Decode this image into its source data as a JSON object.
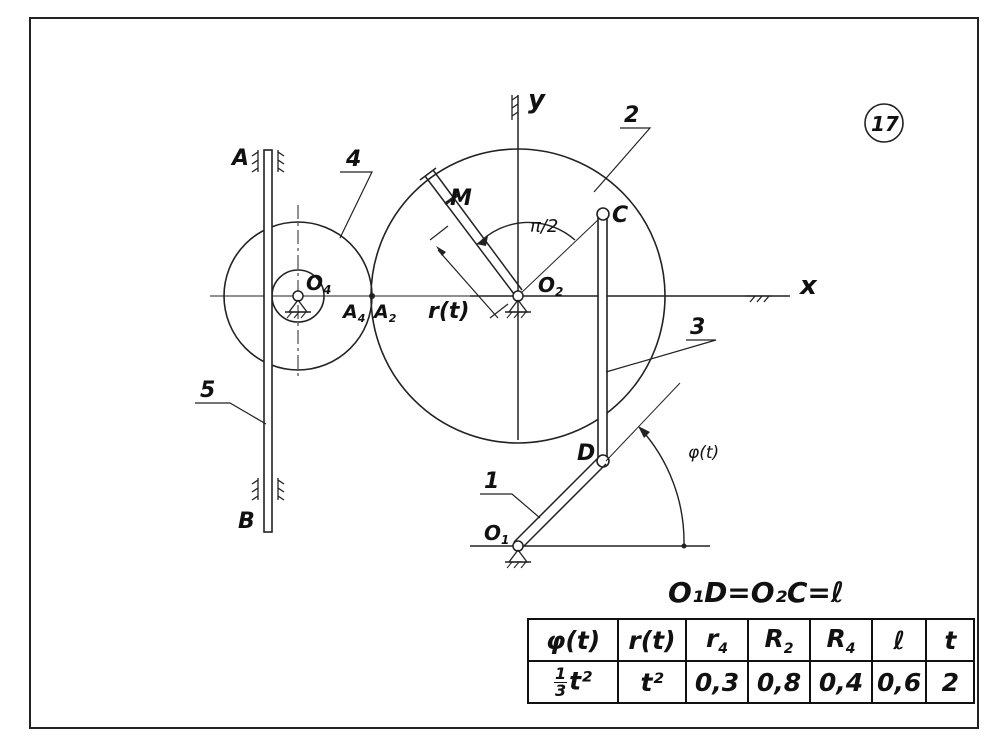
{
  "variant_number": "17",
  "labels": {
    "axis_x": "x",
    "axis_y": "y",
    "link_1": "1",
    "link_2": "2",
    "link_3": "3",
    "link_4": "4",
    "link_5": "5",
    "point_A": "A",
    "point_B": "B",
    "point_C": "C",
    "point_D": "D",
    "point_M": "M",
    "point_O1": "O",
    "point_O1_sub": "1",
    "point_O2": "O",
    "point_O2_sub": "2",
    "point_O4": "O",
    "point_O4_sub": "4",
    "point_A4": "A",
    "point_A4_sub": "4",
    "point_A2": "A",
    "point_A2_sub": "2",
    "angle_half_pi": "π/2",
    "r_t": "r(t)",
    "phi_t": "φ(t)"
  },
  "condition": "O₁D=O₂C=ℓ",
  "table": {
    "headers": [
      "φ(t)",
      "r(t)",
      "r",
      "R",
      "R",
      "ℓ",
      "t"
    ],
    "header_subs": [
      "",
      "",
      "4",
      "2",
      "4",
      "",
      ""
    ],
    "phi_frac_num": "1",
    "phi_frac_den": "3",
    "phi_rest": "t²",
    "values": [
      "",
      "t²",
      "0,3",
      "0,8",
      "0,4",
      "0,6",
      "2"
    ]
  }
}
